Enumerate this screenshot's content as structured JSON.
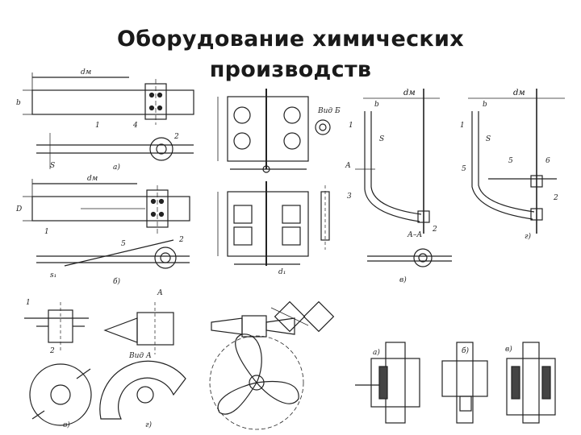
{
  "slide": {
    "title_line1": "Оборудование химических",
    "title_line2": "производств"
  },
  "drawing_labels": {
    "dm": "dм",
    "b": "b",
    "d": "D",
    "s": "S",
    "s1": "s₁",
    "one": "1",
    "two": "2",
    "three": "3",
    "four": "4",
    "five": "5",
    "six": "6",
    "a": "а)",
    "b_caption": "б)",
    "v": "в)",
    "g": "г)",
    "d1": "d₁",
    "A": "А",
    "AA": "А–А",
    "vid_b": "Вид Б",
    "vid_a": "Вид А"
  },
  "colors": {
    "ink": "#222222",
    "background": "#ffffff",
    "title": "#1a1a1a"
  }
}
